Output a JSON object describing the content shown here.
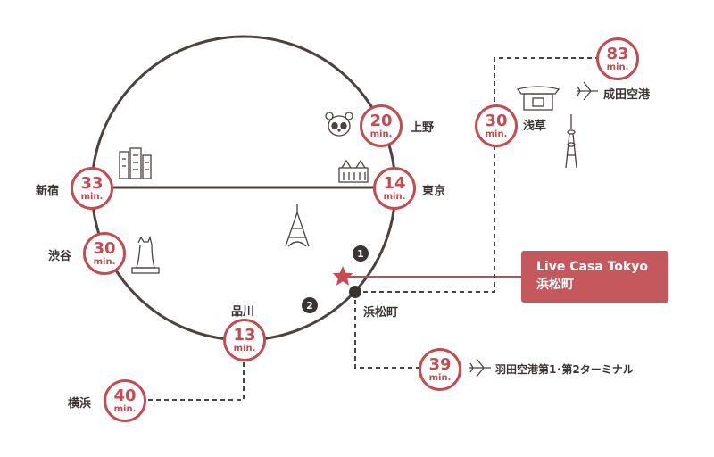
{
  "destination": {
    "line1": "Live Casa Tokyo",
    "line2": "浜松町"
  },
  "unit": "min.",
  "stations": [
    {
      "name": "上野",
      "minutes": "20"
    },
    {
      "name": "東京",
      "minutes": "14"
    },
    {
      "name": "新宿",
      "minutes": "33"
    },
    {
      "name": "渋谷",
      "minutes": "30"
    },
    {
      "name": "品川",
      "minutes": "13"
    },
    {
      "name": "横浜",
      "minutes": "40"
    },
    {
      "name": "浅草",
      "minutes": "30"
    },
    {
      "name": "成田空港",
      "minutes": "83"
    },
    {
      "name": "羽田空港第1･第2ターミナル",
      "minutes": "39"
    },
    {
      "name": "浜松町",
      "minutes": ""
    }
  ],
  "route_markers": [
    "1",
    "2"
  ],
  "colors": {
    "accent": "#c44b50",
    "line": "#4a4340",
    "destination_bg": "#c4585c"
  },
  "icons": [
    "panda-icon",
    "tokyo-station-icon",
    "building-icon",
    "tokyo-tower-icon",
    "hachiko-icon",
    "temple-gate-icon",
    "skytree-icon",
    "plane-icon",
    "star-icon"
  ]
}
